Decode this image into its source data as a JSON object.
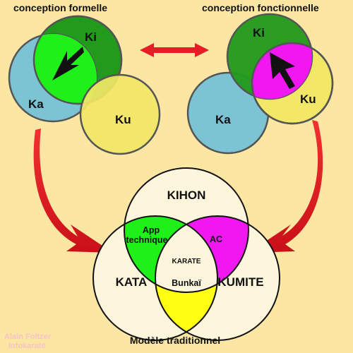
{
  "titles": {
    "left": "conception formelle",
    "right": "conception fonctionnelle",
    "bottom": "Modèle traditionnel"
  },
  "left_diagram": {
    "ki": "Ki",
    "ka": "Ka",
    "ku": "Ku"
  },
  "right_diagram": {
    "ki": "Ki",
    "ka": "Ka",
    "ku": "Ku"
  },
  "venn": {
    "top": "KIHON",
    "left": "KATA",
    "right": "KUMITE",
    "center": "KARATE",
    "top_left_line1": "App",
    "top_left_line2": "technique",
    "top_right": "AC",
    "bottom": "Bunkaï"
  },
  "credit": {
    "line1": "Alain Foltzer",
    "line2": "Infokaraté"
  },
  "colors": {
    "background": "#fbe6a4",
    "ki": "#229a1c",
    "ka": "#7cc3d4",
    "ku": "#f2e766",
    "bright_green": "#1ff01a",
    "magenta": "#f017f0",
    "yellow": "#ffff14",
    "arrow_red": "#e61d25",
    "venn_fill": "#fdf6dc"
  },
  "icons": [
    "double-arrow-icon",
    "cursor-arrow-icon",
    "curved-arrow-icon"
  ]
}
